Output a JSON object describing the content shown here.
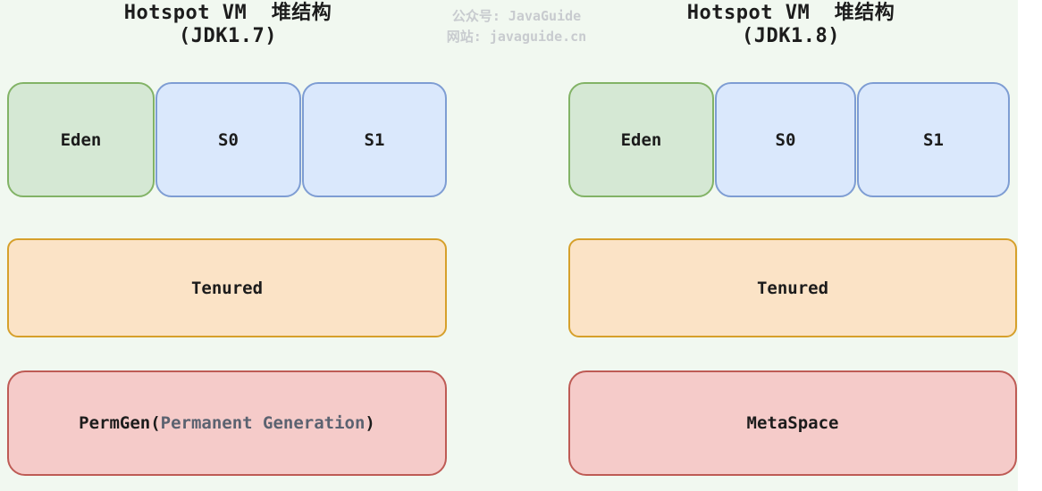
{
  "left": {
    "title_line1": "Hotspot VM  堆结构",
    "title_line2": "(JDK1.7)",
    "eden": "Eden",
    "s0": "S0",
    "s1": "S1",
    "tenured": "Tenured",
    "perm_prefix": "PermGen(",
    "perm_inner": "Permanent Generation",
    "perm_suffix": ")"
  },
  "right": {
    "title_line1": "Hotspot VM  堆结构",
    "title_line2": "(JDK1.8)",
    "eden": "Eden",
    "s0": "S0",
    "s1": "S1",
    "tenured": "Tenured",
    "metaspace": "MetaSpace"
  },
  "watermark": {
    "line1": "公众号: JavaGuide",
    "line2": "网站: javaguide.cn"
  },
  "colors": {
    "background": "#F1F8F0",
    "eden_fill": "#D5E8D4",
    "eden_border": "#82B366",
    "survivor_fill": "#DAE8FC",
    "survivor_border": "#7E9DD3",
    "tenured_fill": "#FBE3C6",
    "tenured_border": "#D6A02B",
    "permgen_fill": "#F5CBC9",
    "permgen_border": "#BE5B55",
    "title_text": "#1C1C1C",
    "watermark_text": "#C8CBCF",
    "paren_inner_text": "#5B6270"
  }
}
